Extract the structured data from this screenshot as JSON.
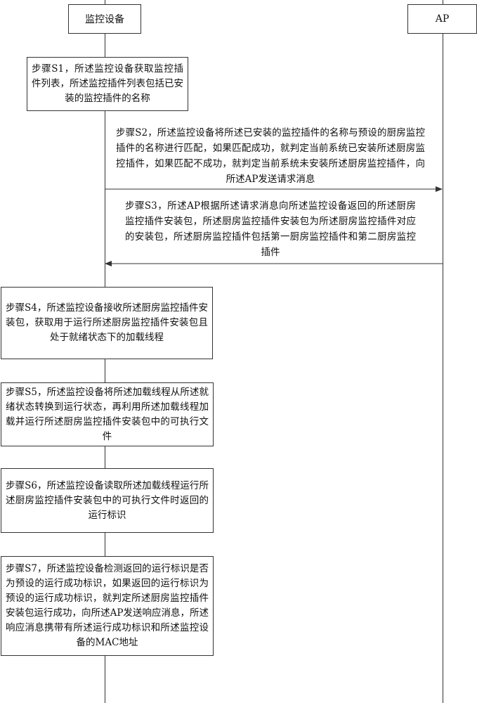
{
  "actors": {
    "left": "监控设备",
    "right": "AP"
  },
  "steps": {
    "s1": "步骤S1，所述监控设备获取监控插件列表，所述监控插件列表包括已安装的监控插件的名称",
    "s4": "步骤S4，所述监控设备接收所述厨房监控插件安装包，获取用于运行所述厨房监控插件安装包且处于就绪状态下的加载线程",
    "s5": "步骤S5，所述监控设备将所述加载线程从所述就绪状态转换到运行状态，再利用所述加载线程加载并运行所述厨房监控插件安装包中的可执行文件",
    "s6": "步骤S6，所述监控设备读取所述加载线程运行所述厨房监控插件安装包中的可执行文件时返回的运行标识",
    "s7": "步骤S7，所述监控设备检测返回的运行标识是否为预设的运行成功标识，如果返回的运行标识为预设的运行成功标识，就判定所述厨房监控插件安装包运行成功，向所述AP发送响应消息，所述响应消息携带有所述运行成功标识和所述监控设备的MAC地址"
  },
  "messages": {
    "s2": "步骤S2，所述监控设备将所述已安装的监控插件的名称与预设的厨房监控插件的名称进行匹配，如果匹配成功，就判定当前系统已安装所述厨房监控插件，如果匹配不成功，就判定当前系统未安装所述厨房监控插件，向所述AP发送请求消息",
    "s3": "步骤S3，所述AP根据所述请求消息向所述监控设备返回的所述厨房监控插件安装包，所述厨房监控插件安装包为所述厨房监控插件对应的安装包，所述厨房监控插件包括第一厨房监控插件和第二厨房监控插件"
  }
}
